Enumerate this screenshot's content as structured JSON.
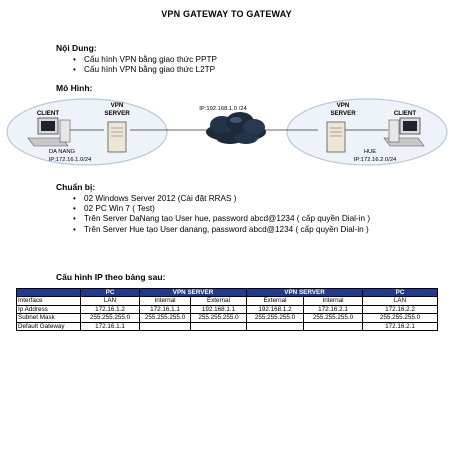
{
  "title": "VPN GATEWAY TO GATEWAY",
  "content": {
    "heading": "Nội Dung:",
    "items": [
      "Cấu hình VPN bằng giao thức PPTP",
      "Cấu hình VPN bằng giao thức L2TP"
    ]
  },
  "diagram": {
    "heading": "Mô Hình:",
    "cloud_label": "IP:192.168.1.0 /24",
    "left": {
      "client": "CLIENT",
      "server_line1": "VPN",
      "server_line2": "SERVER",
      "site": "DA NANG",
      "network": "IP:172.16.1.0/24"
    },
    "right": {
      "client": "CLIENT",
      "server_line1": "VPN",
      "server_line2": "SERVER",
      "site": "HUE",
      "network": "IP:172.16.2.0/24"
    }
  },
  "prepare": {
    "heading": "Chuẩn bị:",
    "items": [
      "02 Windows Server 2012 (Cài đặt RRAS )",
      "02 PC Win 7 ( Test)",
      "Trên Server DaNang tạo User hue, password abcd@1234 ( cấp quyền Dial-in )",
      "Trên Server Hue tạo User danang, password abcd@1234 ( cấp quyền Dial-in )"
    ]
  },
  "ip_table": {
    "heading": "Cấu hình IP theo bảng sau:",
    "group_headers": [
      "",
      "PC",
      "VPN SERVER",
      "VPN SERVER",
      "PC"
    ],
    "sub_headers": [
      "Interface",
      "LAN",
      "Internal",
      "External",
      "External",
      "Internal",
      "LAN"
    ],
    "rows": [
      [
        "Ip Address",
        "172.16.1.2",
        "172.16.1.1",
        "192.168.1.1",
        "192.168.1.2",
        "172.16.2.1",
        "172.16.2.2"
      ],
      [
        "Subnet Mask",
        "255.255.255.0",
        "255.255.255.0",
        "255.255.255.0",
        "255.255.255.0",
        "255.255.255.0",
        "255.255.255.0"
      ],
      [
        "Default Gateway",
        "172.16.1.1",
        "",
        "",
        "",
        "",
        "172.16.2.1"
      ]
    ]
  },
  "colors": {
    "header_bg": "#1f3a8f",
    "cloud": "#1c2a3a",
    "ellipse_fill": "#eef3f9",
    "ellipse_stroke": "#b8c8dc"
  }
}
